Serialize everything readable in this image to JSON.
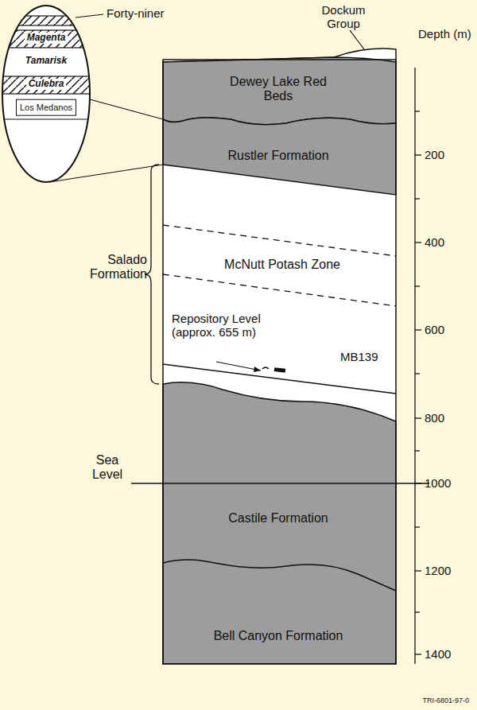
{
  "diagram": {
    "nodes": [
      {
        "text": [
          "Dewey Lake Red Beds"
        ]
      },
      {
        "text": [
          "Rustler Formation"
        ]
      },
      {
        "text": [
          "Castile Formation"
        ]
      },
      {
        "text": [
          "Bell Canyon Formation"
        ]
      },
      {
        "text": [
          "Los Medanos"
        ]
      }
    ],
    "labels": [
      "Forty-niner",
      "Dockum Group",
      "Depth (m)",
      "200",
      "400",
      "600",
      "800",
      "1000",
      "1200",
      "1400",
      "Sea Level",
      "Salado Formation",
      "McNutt Potash Zone",
      "Repository Level (approx. 655 m)",
      "MB139",
      "Magenta",
      "Tamarisk",
      "Culebra",
      "TRI-6801-97-0"
    ]
  }
}
